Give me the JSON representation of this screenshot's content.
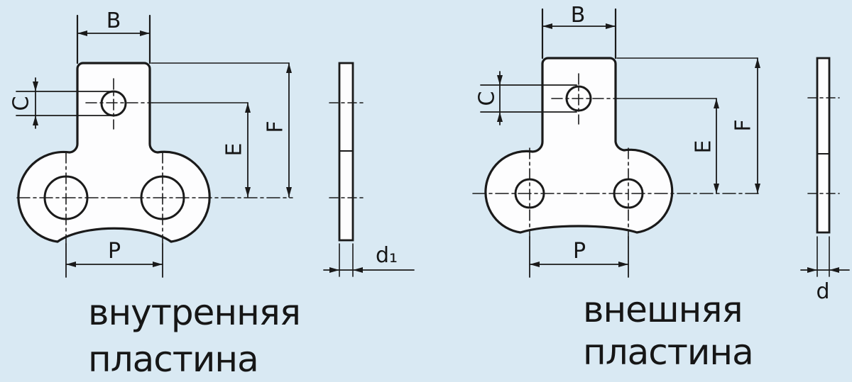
{
  "page": {
    "background_color": "#d9e9f3",
    "line_color": "#1a1a1a",
    "plate_fill": "#fdfdfe"
  },
  "drawings": [
    {
      "id": "inner-plate",
      "caption_line1": "внутренняя",
      "caption_line2": "пластина",
      "dims": {
        "B": "B",
        "C": "C",
        "E": "E",
        "F": "F",
        "P": "P",
        "thickness": "d₁"
      }
    },
    {
      "id": "outer-plate",
      "caption_line1": "внешняя",
      "caption_line2": "пластина",
      "dims": {
        "B": "B",
        "C": "C",
        "E": "E",
        "F": "F",
        "P": "P",
        "thickness": "d"
      }
    }
  ]
}
